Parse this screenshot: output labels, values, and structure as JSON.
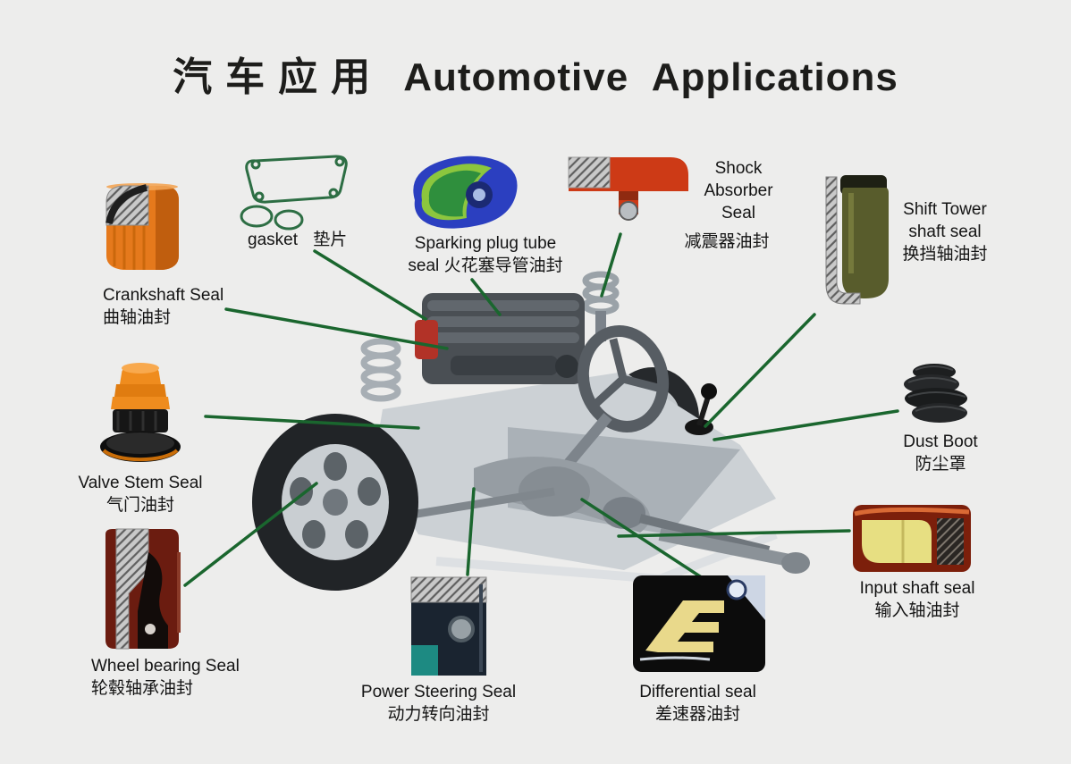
{
  "title": {
    "zh": "汽车应用",
    "en": "Automotive Applications"
  },
  "callouts": {
    "crankshaft": {
      "en": "Crankshaft Seal",
      "zh": "曲轴油封"
    },
    "gasket": {
      "en": "gasket",
      "zh": "垫片"
    },
    "sparking_plug": {
      "en": "Sparking plug tube seal",
      "zh": "火花塞导管油封"
    },
    "shock_absorber": {
      "en": "Shock Absorber Seal",
      "zh": "减震器油封"
    },
    "shift_tower": {
      "en": "Shift Tower shaft seal",
      "zh": "换挡轴油封"
    },
    "dust_boot": {
      "en": "Dust Boot",
      "zh": "防尘罩"
    },
    "valve_stem": {
      "en": "Valve Stem Seal",
      "zh": "气门油封"
    },
    "input_shaft": {
      "en": "Input shaft seal",
      "zh": "输入轴油封"
    },
    "wheel_bearing": {
      "en": "Wheel bearing Seal",
      "zh": "轮毂轴承油封"
    },
    "power_steering": {
      "en": "Power Steering Seal",
      "zh": "动力转向油封"
    },
    "differential": {
      "en": "Differential seal",
      "zh": "差速器油封"
    }
  },
  "colors": {
    "background": "#ededec",
    "connector": "#1a662e",
    "title": "#1d1d1b",
    "label": "#141414",
    "seal_orange": "#e5791c",
    "seal_red": "#cd3a16",
    "gasket_green": "#2d6e44",
    "seal_olive": "#585c2c",
    "seal_teal": "#1d8a82",
    "seal_yellow": "#e7df82"
  }
}
